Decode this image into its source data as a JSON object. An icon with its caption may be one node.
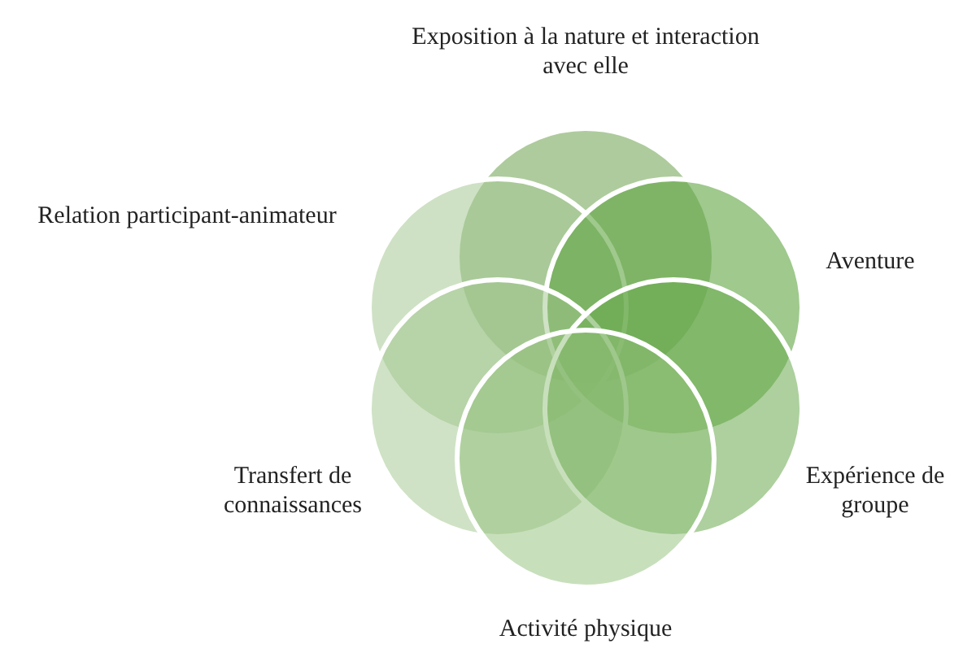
{
  "diagram": {
    "nodes": [
      {
        "text": [
          "Exposition à la nature et interaction avec elle"
        ]
      },
      {
        "text": [
          "Relation participant-animateur"
        ]
      },
      {
        "text": [
          "Aventure"
        ]
      },
      {
        "text": [
          "Transfert de connaissances"
        ]
      },
      {
        "text": [
          "Expérience de groupe"
        ]
      },
      {
        "text": [
          "Activité physique"
        ]
      }
    ],
    "edges": []
  }
}
